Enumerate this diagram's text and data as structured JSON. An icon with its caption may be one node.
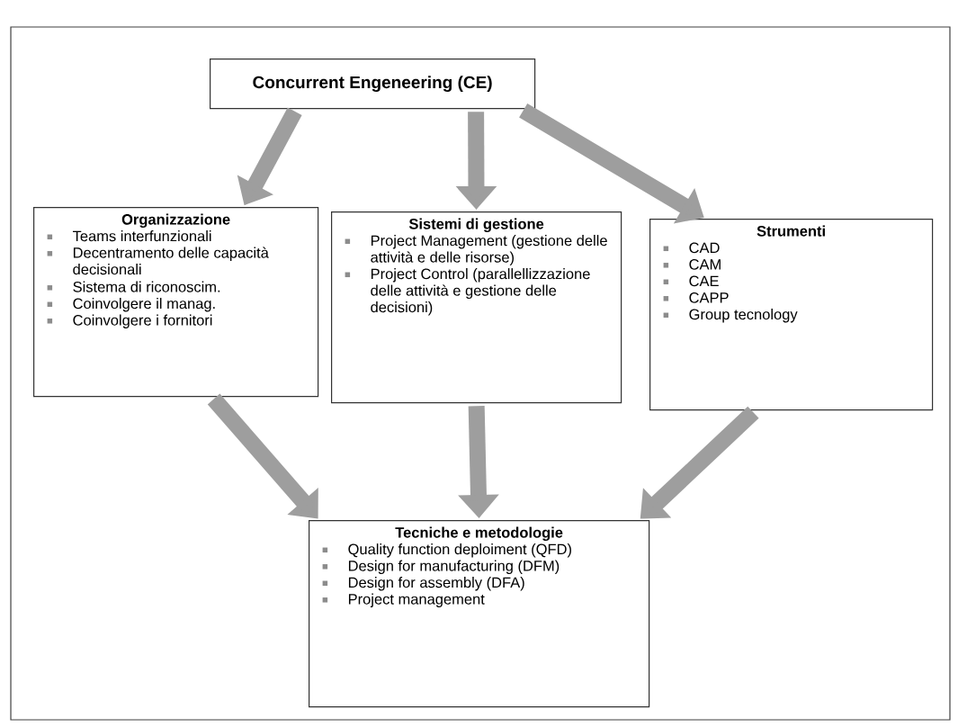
{
  "diagram": {
    "nodes": [
      {
        "text": [
          "Concurrent Engeneering (CE)"
        ]
      },
      {
        "text": [
          "Organizzazione",
          "Teams interfunzionali",
          "Decentramento delle capacità decisionali",
          "Sistema di riconoscim.",
          "Coinvolgere il manag.",
          "Coinvolgere i fornitori"
        ]
      },
      {
        "text": [
          "Sistemi di gestione",
          "Project Management (gestione delle attività e delle risorse)",
          "Project Control (parallellizzazione delle attività e gestione delle decisioni)"
        ]
      },
      {
        "text": [
          "Strumenti",
          "CAD",
          "CAM",
          "CAE",
          "CAPP",
          "Group tecnology"
        ]
      },
      {
        "text": [
          "Tecniche e metodologie",
          "Quality function deploiment (QFD)",
          "Design for manufacturing (DFM)",
          "Design for assembly (DFA)",
          "Project management"
        ]
      }
    ],
    "edges": [
      {
        "from": 0,
        "to": 1,
        "arrow": "to"
      },
      {
        "from": 0,
        "to": 2,
        "arrow": "to"
      },
      {
        "from": 0,
        "to": 3,
        "arrow": "to"
      },
      {
        "from": 1,
        "to": 4,
        "arrow": "to"
      },
      {
        "from": 2,
        "to": 4,
        "arrow": "to"
      },
      {
        "from": 3,
        "to": 4,
        "arrow": "to"
      }
    ]
  }
}
